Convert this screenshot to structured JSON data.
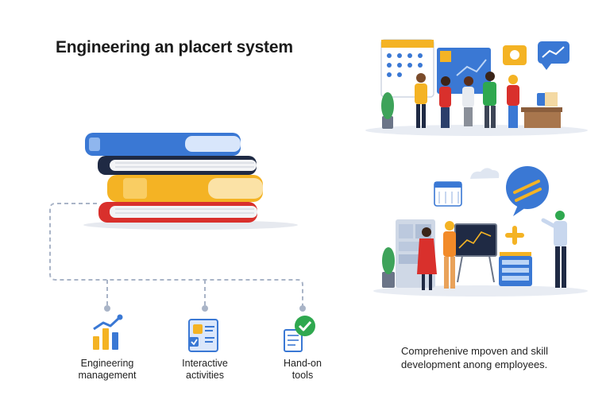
{
  "title": "Engineering an placert system",
  "caption_line1": "Comprehenive mpoven and skill",
  "caption_line2": "development anong employees.",
  "items": [
    {
      "line1": "Engineering",
      "line2": "management",
      "icon": "bar-chart-icon"
    },
    {
      "line1": "Interactive",
      "line2": "activities",
      "icon": "clipboard-icon"
    },
    {
      "line1": "Hand-on",
      "line2": "tools",
      "icon": "checkmark-document-icon"
    }
  ],
  "colors": {
    "blue": "#3a78d4",
    "navy": "#1f2a44",
    "yellow": "#f4b324",
    "red": "#d9302c",
    "connector": "#a9b4c7",
    "floor": "#e8ecf3"
  }
}
